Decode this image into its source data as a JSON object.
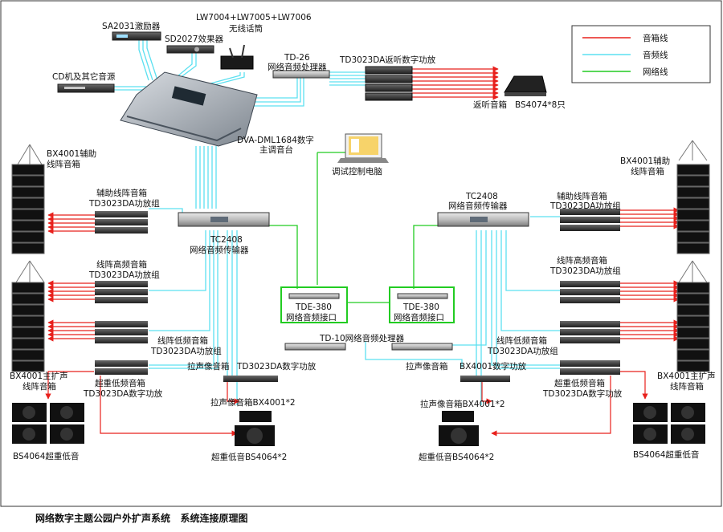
{
  "legend": {
    "speaker_line": "音箱线",
    "audio_line": "音频线",
    "network_line": "网络线",
    "colors": {
      "speaker": "#e8201c",
      "audio": "#5ce0f0",
      "network": "#22cc22"
    }
  },
  "labels": {
    "exciter": "SA2031激励器",
    "wireless_mic_model": "LW7004+LW7005+LW7006",
    "wireless_mic": "无线话筒",
    "effects": "SD2027效果器",
    "cd_player": "CD机及其它音源",
    "td26_model": "TD-26",
    "td26": "网络音频处理器",
    "monitor_amp": "TD3023DA返听数字功放",
    "monitor_speaker": "返听音箱",
    "monitor_count": "BS4074*8只",
    "console_model": "DVA-DML1684数字",
    "console": "主调音台",
    "pc": "调试控制电脑",
    "aux_left_1": "BX4001辅助",
    "aux_left_2": "线阵音箱",
    "aux_right_1": "BX4001辅助",
    "aux_right_2": "线阵音箱",
    "aux_amp_left_1": "辅助线阵音箱",
    "aux_amp_left_2": "TD3023DA功放组",
    "aux_amp_right_1": "辅助线阵音箱",
    "aux_amp_right_2": "TD3023DA功放组",
    "tc_left_model": "TC2408",
    "tc_left": "网络音频传输器",
    "tc_right_model": "TC2408",
    "tc_right": "网络音频传输器",
    "hf_left_1": "线阵高频音箱",
    "hf_left_2": "TD3023DA功放组",
    "hf_right_1": "线阵高频音箱",
    "hf_right_2": "TD3023DA功放组",
    "lf_left_1": "线阵低频音箱",
    "lf_left_2": "TD3023DA功放组",
    "lf_right_1": "线阵低频音箱",
    "lf_right_2": "TD3023DA功放组",
    "tde_left_model": "TDE-380",
    "tde_left": "网络音频接口",
    "tde_right_model": "TDE-380",
    "tde_right": "网络音频接口",
    "td10": "TD-10网络音频处理器",
    "main_left_1": "BX4001主扩声",
    "main_left_2": "线阵音箱",
    "main_right_1": "BX4001主扩声",
    "main_right_2": "线阵音箱",
    "sub_amp_left_1": "超重低频音箱",
    "sub_amp_left_2": "TD3023DA数字功放",
    "sub_amp_right_1": "超重低频音箱",
    "sub_amp_right_2": "TD3023DA数字功放",
    "pull_amp_left_1": "拉声像音箱",
    "pull_amp_left_2": "TD3023DA数字功放",
    "pull_amp_right_1": "拉声像音箱",
    "pull_amp_right_2": "BX4001数字功放",
    "pull_spk_left": "拉声像音箱BX4001*2",
    "pull_spk_right": "拉声像音箱BX4001*2",
    "sub_left_outer": "BS4064超重低音",
    "sub_right_outer": "BS4064超重低音",
    "sub_left_inner": "超重低音BS4064*2",
    "sub_right_inner": "超重低音BS4064*2"
  },
  "caption": "网络数字主题公园户外扩声系统   系统连接原理图"
}
